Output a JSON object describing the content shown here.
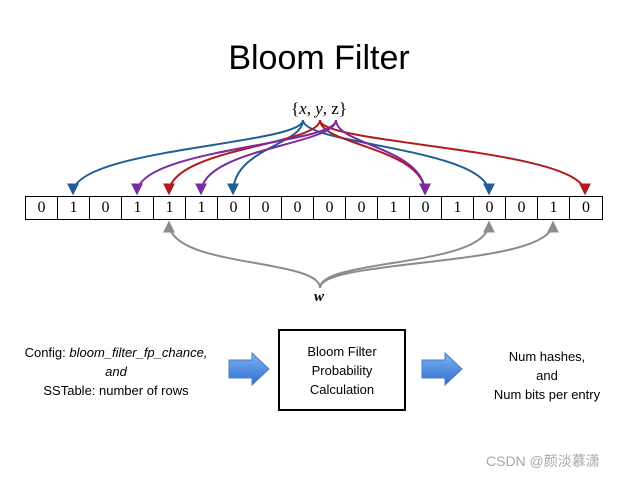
{
  "title": "Bloom Filter",
  "set_label": {
    "open": "{",
    "x": "x",
    "sep1": ", ",
    "y": "y",
    "sep2": ", ",
    "z": "z",
    "close": "}"
  },
  "query_label": "w",
  "bits": [
    "0",
    "1",
    "0",
    "1",
    "1",
    "1",
    "0",
    "0",
    "0",
    "0",
    "0",
    "1",
    "0",
    "1",
    "0",
    "0",
    "1",
    "0"
  ],
  "config": {
    "prefix": "Config: ",
    "option": "bloom_filter_fp_chance,",
    "joiner": "and",
    "sstable": "SSTable: number of rows"
  },
  "calc_box": [
    "Bloom Filter",
    "Probability",
    "Calculation"
  ],
  "output": [
    "Num hashes,",
    "and",
    "Num bits per entry"
  ],
  "watermark": "CSDN @颜淡慕潇",
  "colors": {
    "x_hash": "#1f5f96",
    "y_hash": "#b01c1c",
    "z_hash": "#7b2ca0",
    "w_query": "#8c8c8c",
    "flow_arrow": "#4a86e0"
  },
  "mappings": {
    "x": [
      1,
      6,
      14
    ],
    "y": [
      4,
      12,
      17
    ],
    "z": [
      3,
      5,
      12
    ],
    "w": [
      4,
      14,
      16
    ]
  }
}
